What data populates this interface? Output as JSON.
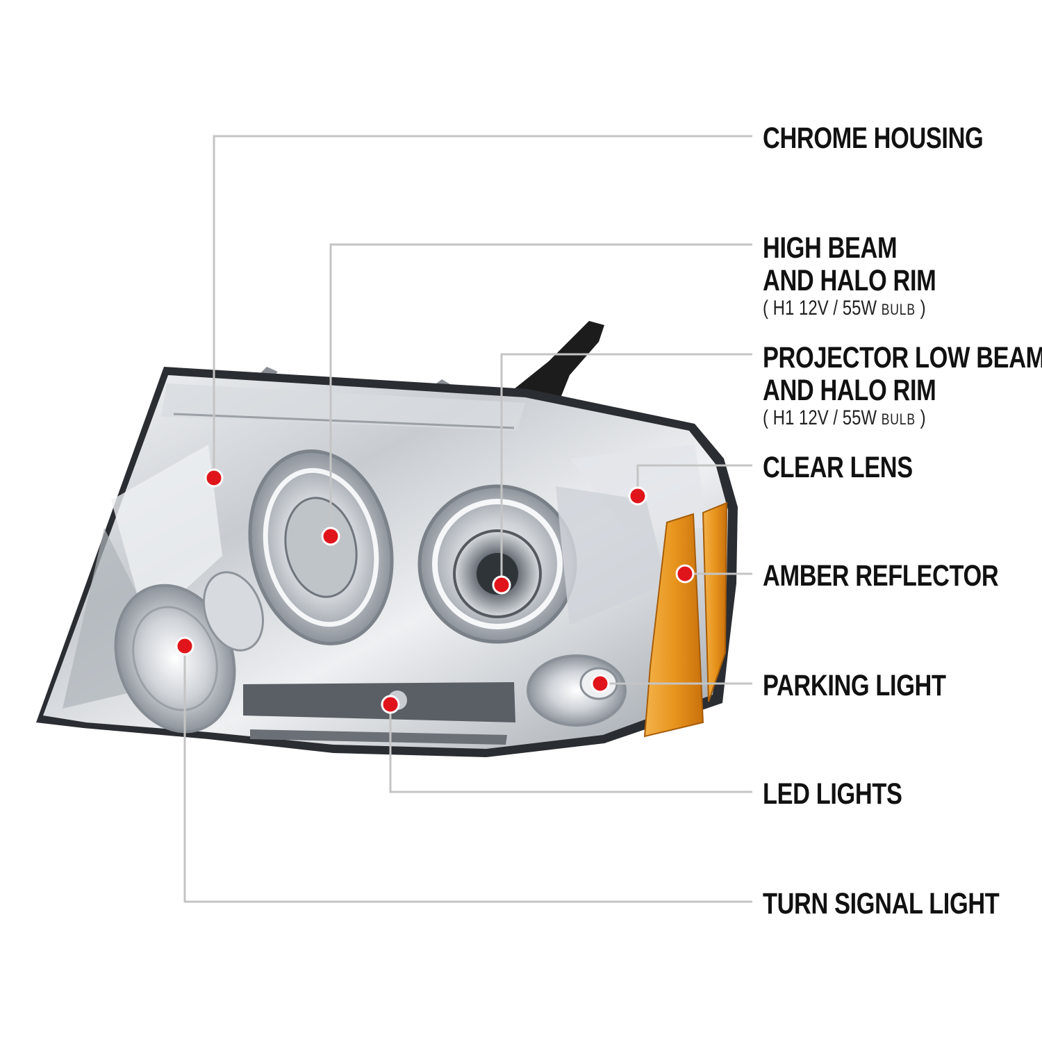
{
  "colors": {
    "leader_line": "#c4c4c4",
    "marker_dot": "#e0151b",
    "text": "#111111",
    "chrome": "#b9bec4",
    "amber": "#e8951e"
  },
  "image": {
    "subject": "headlight-assembly-photo"
  },
  "callouts": [
    {
      "key": "chrome_housing",
      "title": "CHROME HOUSING"
    },
    {
      "key": "high_beam",
      "title_line1": "HIGH BEAM",
      "title_line2": "AND HALO RIM",
      "bulb_open": "(",
      "bulb_spec": "H1  12V / 55W",
      "bulb_word": "BULB",
      "bulb_close": ")"
    },
    {
      "key": "projector_low_beam",
      "title_line1": "PROJECTOR LOW BEAM",
      "title_line2": "AND HALO RIM",
      "bulb_open": "(",
      "bulb_spec": "H1  12V / 55W",
      "bulb_word": "BULB",
      "bulb_close": ")"
    },
    {
      "key": "clear_lens",
      "title": "CLEAR LENS"
    },
    {
      "key": "amber_reflector",
      "title": "AMBER REFLECTOR"
    },
    {
      "key": "parking_light",
      "title": "PARKING LIGHT"
    },
    {
      "key": "led_lights",
      "title": "LED LIGHTS"
    },
    {
      "key": "turn_signal",
      "title": "TURN SIGNAL LIGHT"
    }
  ]
}
